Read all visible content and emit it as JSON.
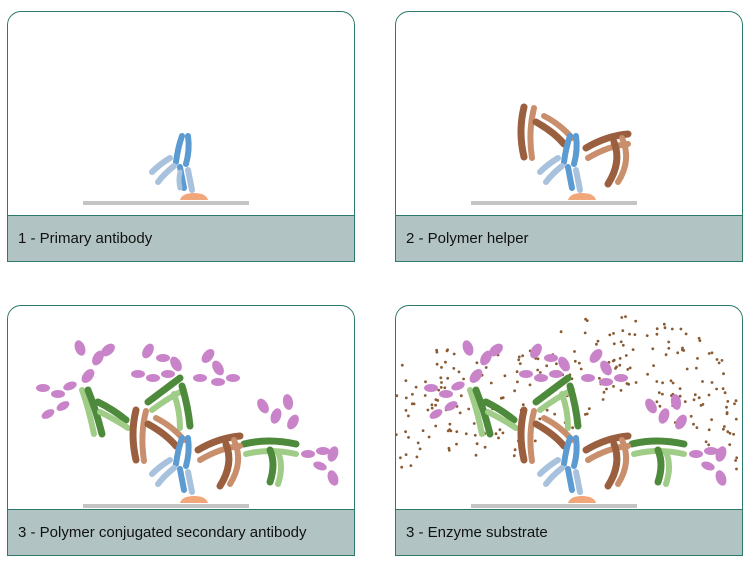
{
  "panels": [
    {
      "caption": "1 - Primary antibody"
    },
    {
      "caption": "2 - Polymer helper"
    },
    {
      "caption": "3 - Polymer conjugated secondary antibody"
    },
    {
      "caption": "3 - Enzyme substrate"
    }
  ],
  "colors": {
    "border": "#2c7a6a",
    "caption_bg": "#b1c4c3",
    "surface": "#c4c4c4",
    "antigen": "#f2a77a",
    "primary_heavy": "#5c9ad2",
    "primary_light": "#a8c2de",
    "polymer_heavy": "#9a5f3e",
    "polymer_light": "#c98f6c",
    "secondary_heavy": "#4e8a3c",
    "secondary_light": "#9fcc86",
    "enzyme": "#c983c9",
    "substrate": "#8a5a32"
  }
}
